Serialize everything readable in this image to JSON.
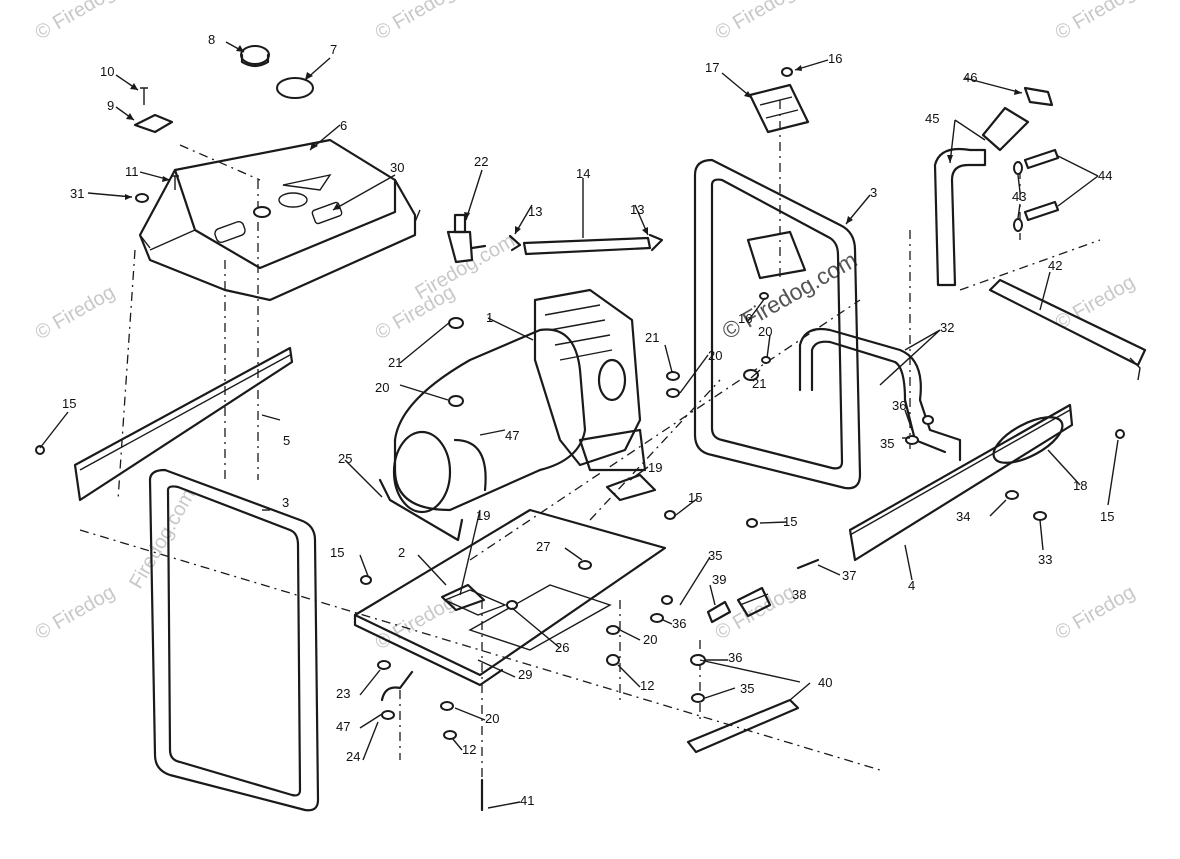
{
  "watermark": {
    "text": "© Firedog",
    "site": "Firedog.com",
    "center_text": "© Firedog.com"
  },
  "labels": {
    "p1": "1",
    "p2": "2",
    "p3a": "3",
    "p3b": "3",
    "p4": "4",
    "p5": "5",
    "p6": "6",
    "p7": "7",
    "p8": "8",
    "p9": "9",
    "p10": "10",
    "p11": "11",
    "p12a": "12",
    "p12b": "12",
    "p13a": "13",
    "p13b": "13",
    "p14": "14",
    "p15a": "15",
    "p15b": "15",
    "p15c": "15",
    "p15d": "15",
    "p15e": "15",
    "p16a": "16",
    "p16b": "16",
    "p17": "17",
    "p18": "18",
    "p19a": "19",
    "p19b": "19",
    "p20a": "20",
    "p20b": "20",
    "p20c": "20",
    "p20d": "20",
    "p20e": "20",
    "p21a": "21",
    "p21b": "21",
    "p21c": "21",
    "p22": "22",
    "p23": "23",
    "p24": "24",
    "p25": "25",
    "p26": "26",
    "p27": "27",
    "p29": "29",
    "p30": "30",
    "p31": "31",
    "p32": "32",
    "p33": "33",
    "p34": "34",
    "p35a": "35",
    "p35b": "35",
    "p35c": "35",
    "p36a": "36",
    "p36b": "36",
    "p36c": "36",
    "p37": "37",
    "p38": "38",
    "p39": "39",
    "p40": "40",
    "p41": "41",
    "p42": "42",
    "p43": "43",
    "p44": "44",
    "p45": "45",
    "p46": "46",
    "p47a": "47",
    "p47b": "47"
  }
}
